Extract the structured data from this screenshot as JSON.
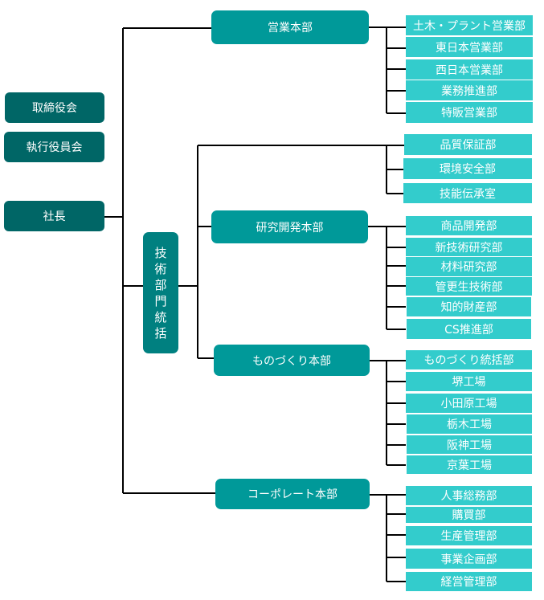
{
  "executive": {
    "board": "取締役会",
    "exec_committee": "執行役員会",
    "president": "社長"
  },
  "tech_division": {
    "label_chars": [
      "技",
      "術",
      "部",
      "門",
      "統",
      "括"
    ]
  },
  "headquarters": {
    "sales": {
      "name": "営業本部",
      "departments": [
        "土木・プラント営業部",
        "東日本営業部",
        "西日本営業部",
        "業務推進部",
        "特販営業部"
      ]
    },
    "tech_direct": {
      "departments": [
        "品質保証部",
        "環境安全部",
        "技能伝承室"
      ]
    },
    "rnd": {
      "name": "研究開発本部",
      "departments": [
        "商品開発部",
        "新技術研究部",
        "材料研究部",
        "管更生技術部",
        "知的財産部",
        "CS推進部"
      ]
    },
    "manufacturing": {
      "name": "ものづくり本部",
      "departments": [
        "ものづくり統括部",
        "堺工場",
        "小田原工場",
        "栃木工場",
        "阪神工場",
        "京葉工場"
      ]
    },
    "corporate": {
      "name": "コーポレート本部",
      "departments": [
        "人事総務部",
        "購買部",
        "生産管理部",
        "事業企画部",
        "経営管理部"
      ]
    }
  },
  "colors": {
    "executive": "#006666",
    "headquarters": "#009999",
    "tech_division": "#008080",
    "department": "#33cccc",
    "connector": "#000000"
  }
}
